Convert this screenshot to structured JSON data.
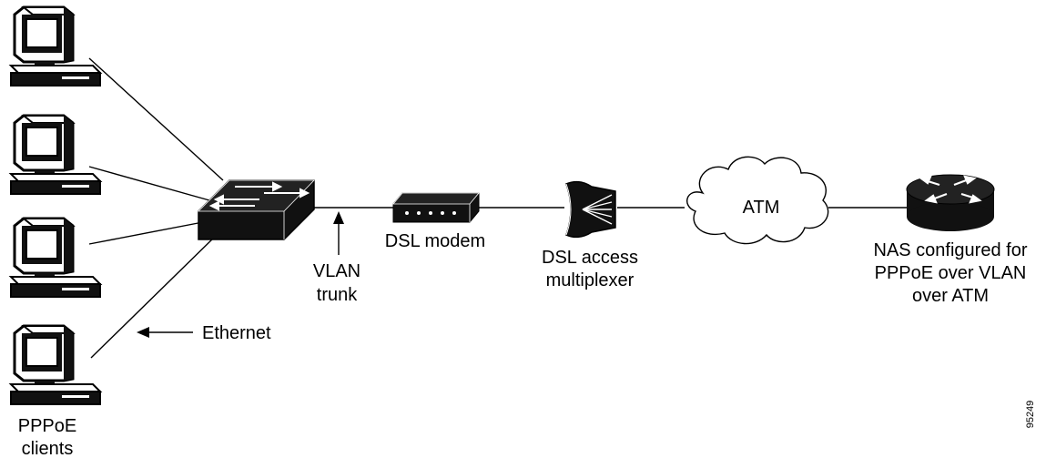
{
  "labels": {
    "clients_line1": "PPPoE",
    "clients_line2": "clients",
    "ethernet": "Ethernet",
    "vlan_line1": "VLAN",
    "vlan_line2": "trunk",
    "dsl_modem": "DSL modem",
    "dslam_line1": "DSL access",
    "dslam_line2": "multiplexer",
    "atm_cloud": "ATM",
    "nas_line1": "NAS configured for",
    "nas_line2": "PPPoE over VLAN",
    "nas_line3": "over ATM",
    "figure_id": "95249"
  },
  "icons": [
    "computer-icon",
    "switch-icon",
    "dsl-modem-icon",
    "dslam-icon",
    "cloud-icon",
    "router-icon"
  ],
  "colors": {
    "line": "#000000",
    "device_dark": "#111111",
    "background": "#ffffff"
  }
}
